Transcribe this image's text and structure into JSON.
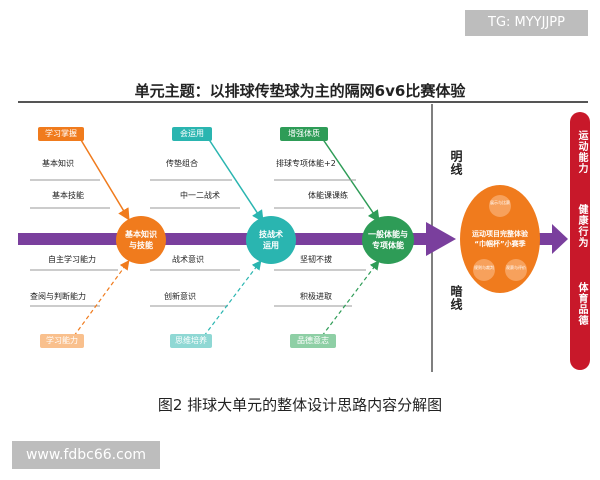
{
  "watermarks": {
    "top": "TG: MYYJJPP",
    "bottom": "www.fdbc66.com"
  },
  "title": "单元主题：以排球传垫球为主的隔网6v6比赛体验",
  "caption": "图2  排球大单元的整体设计思路内容分解图",
  "colors": {
    "orange": "#f07b1d",
    "teal": "#2ab5b0",
    "green": "#2e9c57",
    "purple": "#7a3f9d",
    "red": "#c8182a",
    "navy": "#1f3a6b"
  },
  "branches": [
    {
      "tag": "学习掌握",
      "upper": [
        "基本知识",
        "基本技能"
      ],
      "node": [
        "基本知识",
        "与技能"
      ],
      "lower": [
        "自主学习能力",
        "查阅与判断能力"
      ],
      "bottom_tag": "学习能力"
    },
    {
      "tag": "会运用",
      "upper": [
        "传垫组合",
        "中一二战术"
      ],
      "node": [
        "技战术",
        "运用"
      ],
      "lower": [
        "战术意识",
        "创新意识"
      ],
      "bottom_tag": "思维培养"
    },
    {
      "tag": "增强体质",
      "upper": [
        "排球专项体能+2",
        "体能课课练"
      ],
      "node": [
        "一般体能与",
        "专项体能"
      ],
      "lower": [
        "坚韧不拔",
        "积极进取"
      ],
      "bottom_tag": "品德意志"
    }
  ],
  "lines": {
    "explicit": "明线",
    "implicit": "暗线"
  },
  "result": {
    "main": [
      "运动项目完整体验",
      "“巾帼杯”小赛季"
    ],
    "small": [
      "展示与比赛",
      "规则与裁判",
      "观赛与评价"
    ]
  },
  "outcome": [
    "运动能力",
    "健康行为",
    "体育品德"
  ]
}
